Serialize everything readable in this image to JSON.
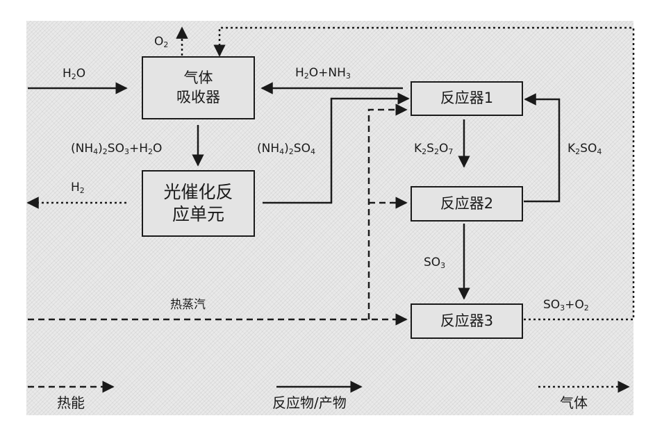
{
  "nodes": {
    "gas_absorber": "气体\n吸收器",
    "photocatalytic_unit": "光催化反\n应单元",
    "reactor1": "反应器1",
    "reactor2": "反应器2",
    "reactor3": "反应器3"
  },
  "flows": {
    "o2_out": "O2",
    "h2o_in": "H2O",
    "h2o_nh3": "H2O+NH3",
    "nh4_2so3_h2o": "(NH4)2SO3+H2O",
    "nh4_2so4": "(NH4)2SO4",
    "k2s2o7": "K2S2O7",
    "k2so4": "K2SO4",
    "h2_out": "H2",
    "so3": "SO3",
    "steam": "热蒸汽",
    "so3_o2": "SO3+O2"
  },
  "legend": {
    "heat": "热能",
    "reactant_product": "反应物/产物",
    "gas": "气体"
  }
}
